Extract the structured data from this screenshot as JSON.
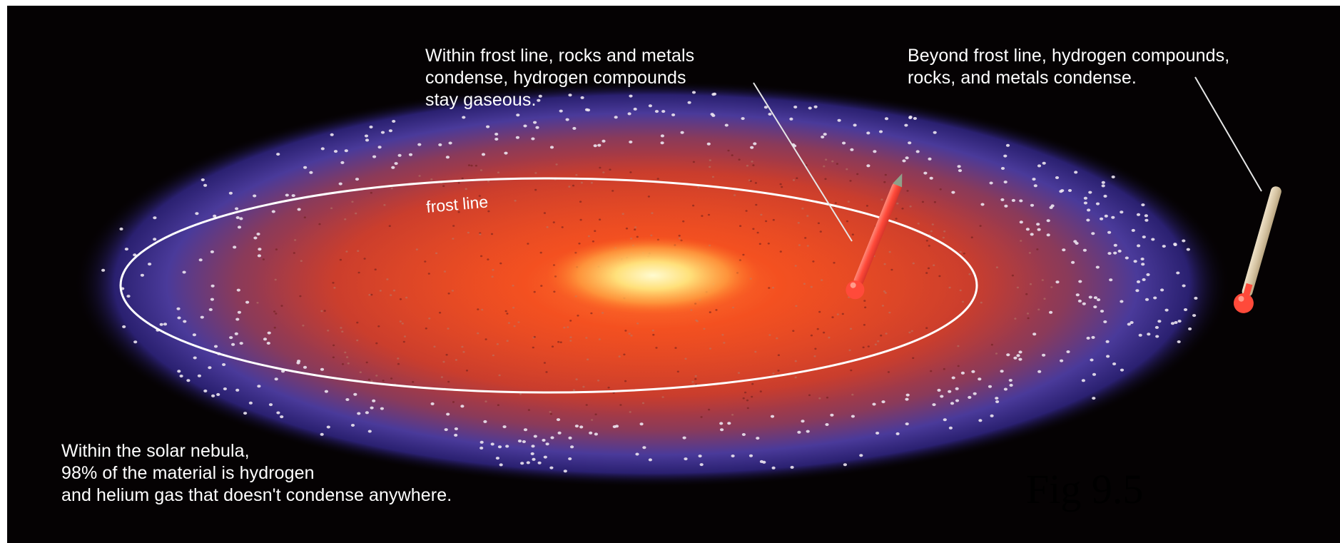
{
  "labels": {
    "inner": "Within frost line, rocks and metals\ncondense, hydrogen compounds\nstay gaseous.",
    "outer": "Beyond frost line, hydrogen compounds,\nrocks, and metals condense.",
    "frost_line": "frost line",
    "nebula_note": "Within the solar nebula,\n98% of the material is hydrogen\nand helium gas that doesn't condense anywhere.",
    "figure_number": "Fig 9.5"
  },
  "colors": {
    "background": "#050203",
    "disk_outer": "#3a2f8a",
    "disk_mid": "#b0303a",
    "disk_inner": "#e8421c",
    "core": "#fff2a0",
    "frost_line": "#ffffff",
    "thermometer_hot": "#ff5a4a",
    "thermometer_cold": "#d9c7a6"
  },
  "icons": {
    "inner_thermometer": "thermometer-hot-icon",
    "outer_thermometer": "thermometer-cold-icon"
  }
}
